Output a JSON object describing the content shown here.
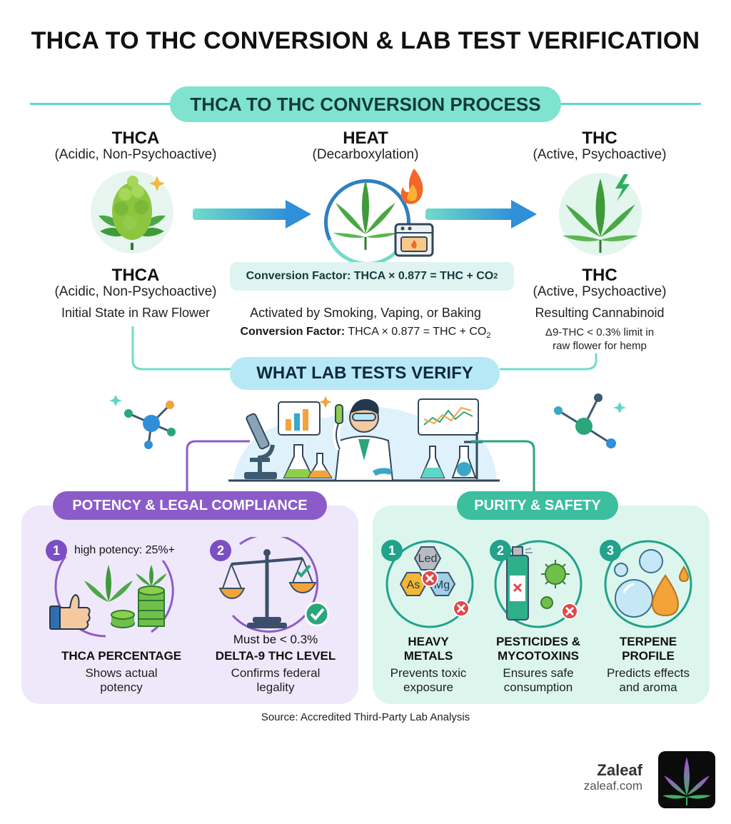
{
  "title": "THCA TO THC CONVERSION & LAB TEST VERIFICATION",
  "process": {
    "banner": "THCA TO THC CONVERSION PROCESS",
    "thca": {
      "heading": "THCA",
      "subheading": "(Acidic, Non-Psychoactive)",
      "heading_lower": "THCA",
      "subheading_lower": "(Acidic, Non-Psychoactive)",
      "description": "Initial State in Raw Flower"
    },
    "heat": {
      "heading": "HEAT",
      "subheading": "(Decarboxylation)",
      "conversion_box": "Conversion Factor: THCA × 0.877 = THC + CO",
      "conversion_box_sub": "2",
      "activated": "Activated by Smoking, Vaping, or Baking",
      "conversion_label": "Conversion Factor:",
      "conversion_formula": "THCA × 0.877 = THC + CO",
      "conversion_sub": "2"
    },
    "thc": {
      "heading": "THC",
      "subheading": "(Active, Psychoactive)",
      "heading_lower": "THC",
      "subheading_lower": "(Active, Psychoactive)",
      "description": "Resulting Cannabinoid",
      "limit_line1": "Δ9-THC < 0.3% limit in",
      "limit_line2": "raw flower for hemp"
    }
  },
  "lab": {
    "banner": "WHAT LAB TESTS VERIFY"
  },
  "potency": {
    "banner": "POTENCY & LEGAL COMPLIANCE",
    "cards": [
      {
        "num": "1",
        "badge": "high potency: 25%+",
        "title": "THCA PERCENTAGE",
        "desc1": "Shows actual",
        "desc2": "potency"
      },
      {
        "num": "2",
        "note": "Must be < 0.3%",
        "title": "DELTA-9 THC LEVEL",
        "desc1": "Confirms federal",
        "desc2": "legality"
      }
    ]
  },
  "purity": {
    "banner": "PURITY & SAFETY",
    "cards": [
      {
        "num": "1",
        "title1": "HEAVY",
        "title2": "METALS",
        "desc1": "Prevents toxic",
        "desc2": "exposure",
        "hex": [
          "Led",
          "As",
          "Mg"
        ]
      },
      {
        "num": "2",
        "title1": "PESTICIDES &",
        "title2": "MYCOTOXINS",
        "desc1": "Ensures safe",
        "desc2": "consumption"
      },
      {
        "num": "3",
        "title1": "TERPENE",
        "title2": "PROFILE",
        "desc1": "Predicts effects",
        "desc2": "and aroma"
      }
    ]
  },
  "source": "Source: Accredited Third-Party Lab Analysis",
  "brand": {
    "name": "Zaleaf",
    "url": "zaleaf.com"
  },
  "colors": {
    "teal_line": "#5fd6c6",
    "process_banner": "#7fe3cf",
    "lab_banner": "#b7e8f6",
    "potency_purple": "#8b5cc9",
    "purity_teal": "#3cbf9f",
    "leaf_green": "#3f9a3a"
  },
  "icons": [
    "cannabis-bud-icon",
    "cannabis-leaf-icon",
    "fire-icon",
    "oven-icon",
    "arrow-right-icon",
    "lightning-icon",
    "molecule-icon",
    "scientist-icon",
    "microscope-icon",
    "flask-icon",
    "scale-icon",
    "thumbs-up-icon",
    "coin-stack-icon",
    "spray-can-icon",
    "virus-icon",
    "droplet-icon",
    "bubble-icon",
    "check-icon",
    "x-icon"
  ]
}
